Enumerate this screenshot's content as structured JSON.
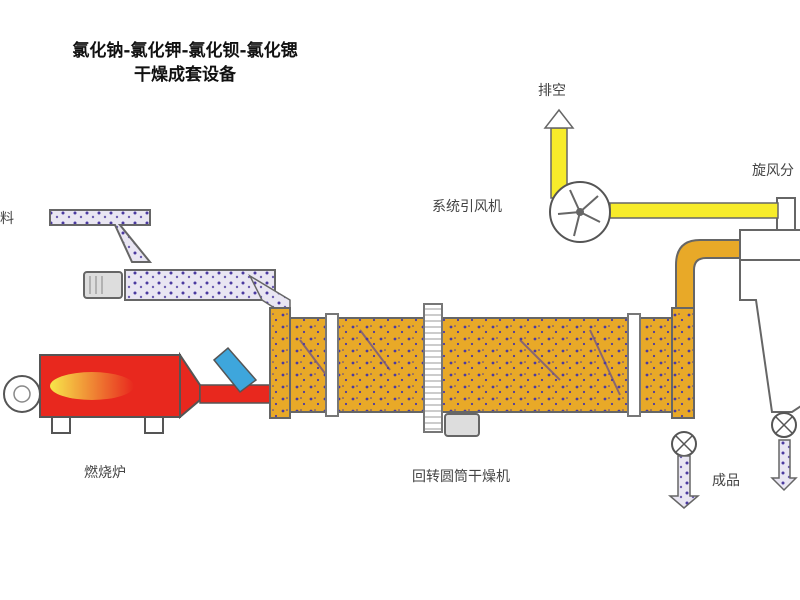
{
  "title": {
    "line1": "氯化钠-氯化钾-氯化钡-氯化锶",
    "line2": "干燥成套设备"
  },
  "labels": {
    "exhaust": "排空",
    "cyclone": "旋风分",
    "feed": "料",
    "fan": "系统引风机",
    "furnace": "燃烧炉",
    "dryer": "回转圆筒干燥机",
    "product": "成品"
  },
  "colors": {
    "drum_fill": "#E8A928",
    "material_dots": "#4B3AA0",
    "duct_yellow": "#F7EC2A",
    "furnace_red": "#E8281E",
    "flame_yellow": "#F5D41E",
    "pipe_blue": "#3EA6DC",
    "outline": "#555555"
  }
}
